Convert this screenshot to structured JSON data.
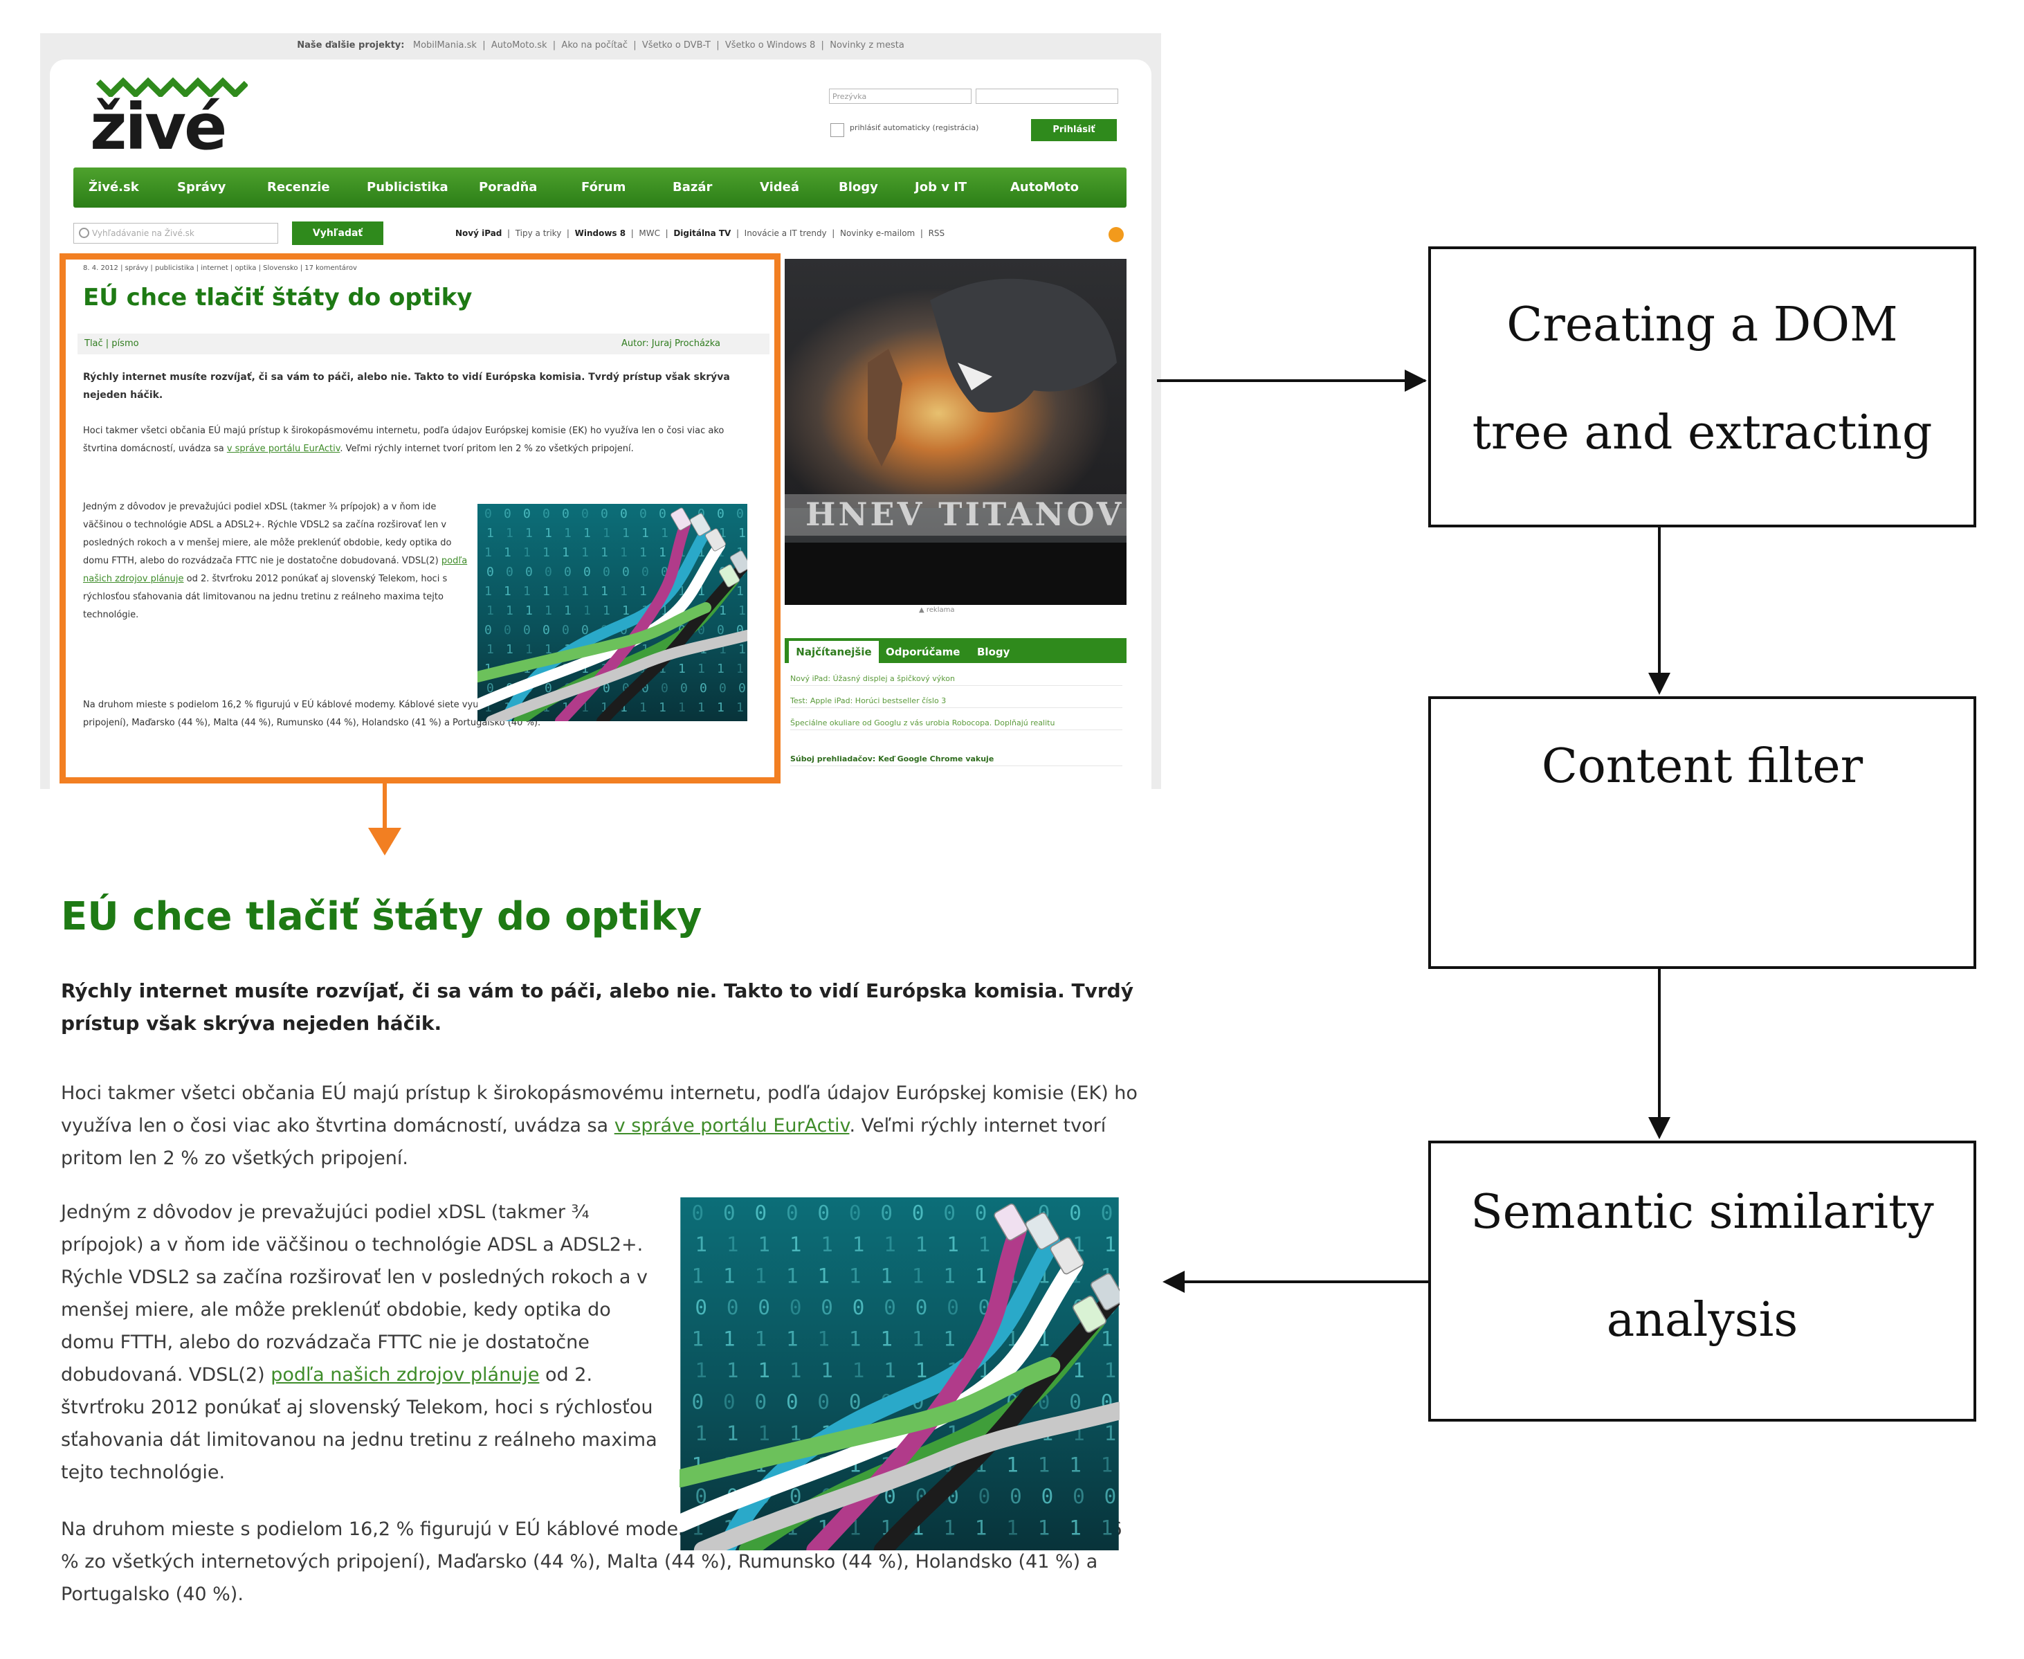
{
  "site": {
    "topbar_label": "Naše ďalšie projekty:",
    "topbar_links": [
      "MobilMania.sk",
      "AutoMoto.sk",
      "Ako na počítač",
      "Všetko o DVB-T",
      "Všetko o Windows 8",
      "Novinky z mesta"
    ],
    "logo": "živé",
    "login_placeholder": "Prezývka",
    "auto_login_label": "prihlásiť automaticky (registrácia)",
    "login_button": "Prihlásiť",
    "nav": [
      "Živé.sk",
      "Správy",
      "Recenzie",
      "Publicistika",
      "Poradňa",
      "Fórum",
      "Bazár",
      "Videá",
      "Blogy",
      "Job v IT",
      "AutoMoto"
    ],
    "search_placeholder": "Vyhľadávanie na Živé.sk",
    "search_button": "Vyhľadať",
    "sublinks": [
      "Nový iPad",
      "Tipy a triky",
      "Windows 8",
      "MWC",
      "Digitálna TV",
      "Inovácie a IT trendy",
      "Novinky e-mailom",
      "RSS"
    ],
    "breadcrumb": "8. 4. 2012 | správy | publicistika | internet | optika | Slovensko | 17 komentárov",
    "meta_left": "Tlač | písmo",
    "author": "Autor: Juraj Procházka",
    "ad_label": "▲ reklama",
    "ad_movie": "HNEV TITANOV",
    "tabs": [
      "Najčítanejšie",
      "Odporúčame",
      "Blogy"
    ],
    "tab_items": [
      "Nový iPad: Úžasný displej a špičkový výkon",
      "Test: Apple iPad: Horúci bestseller číslo 3",
      "Špeciálne okuliare od Googlu z vás urobia Robocopa. Doplňajú realitu",
      "Súboj prehliadačov: Keď Google Chrome vakuje"
    ]
  },
  "article": {
    "title": "EÚ chce tlačiť štáty do optiky",
    "lead": "Rýchly internet musíte rozvíjať, či sa vám to páči, alebo nie. Takto to vidí Európska komisia. Tvrdý prístup však skrýva nejeden háčik.",
    "p1_a": "Hoci takmer všetci občania EÚ majú prístup k širokopásmovému internetu, podľa údajov Európskej komisie (EK) ho využíva len o čosi viac ako štvrtina domácností, uvádza sa ",
    "p1_link": "v správe portálu EurActiv",
    "p1_b": ". Veľmi rýchly internet tvorí pritom len 2 % zo všetkých pripojení.",
    "p2_a": "Jedným z dôvodov je prevažujúci podiel xDSL (takmer ¾ prípojok) a v ňom ide väčšinou o technológie ADSL a ADSL2+. Rýchle VDSL2 sa začína rozširovať len v posledných rokoch a v menšej miere, ale môže preklenúť obdobie, kedy optika do domu FTTH, alebo do rozvádzača FTTC nie je dostatočne dobudovaná. VDSL(2) ",
    "p2_link": "podľa našich zdrojov plánuje",
    "p2_b": " od 2. štvrťroku 2012 ponúkať aj slovenský Telekom, hoci s rýchlosťou sťahovania dát limitovanou na jednu tretinu z reálneho maxima tejto technológie.",
    "p3": "Na druhom mieste s podielom 16,2 % figurujú v EÚ káblové modemy. Káblové siete využívajú najmä Belgicko (46 % zo všetkých internetových pripojení), Maďarsko (44 %), Malta (44 %), Rumunsko (44 %), Holandsko (41 %) a Portugalsko (40 %)."
  },
  "flow": {
    "box1_line1": "Creating a DOM",
    "box1_line2": "tree and extracting",
    "box2": "Content filter",
    "box3_line1": "Semantic similarity",
    "box3_line2": "analysis"
  },
  "colors": {
    "brand_green": "#2f8a1c",
    "title_green": "#1e7a14",
    "highlight_orange": "#f27f22",
    "arrow_black": "#111111"
  }
}
